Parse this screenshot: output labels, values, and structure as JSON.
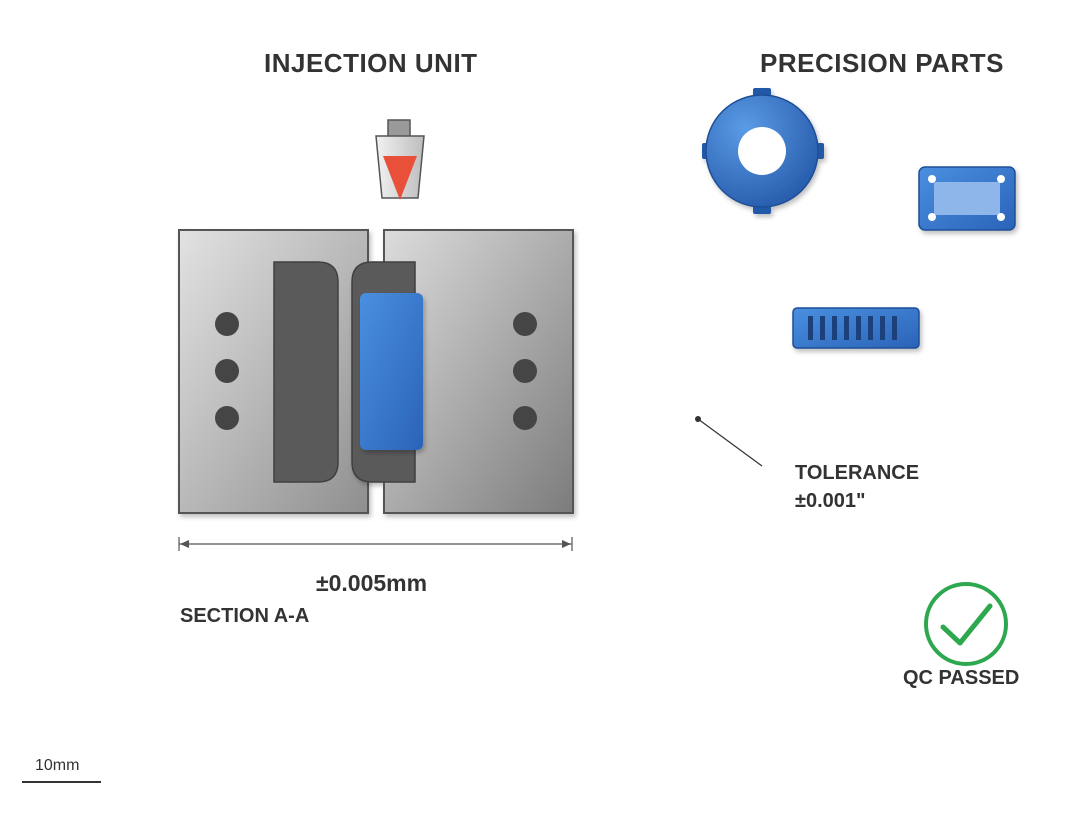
{
  "titles": {
    "injection_unit": "INJECTION UNIT",
    "precision_parts": "PRECISION PARTS"
  },
  "annotations": {
    "dimension": "±0.005mm",
    "section": "SECTION A-A",
    "tolerance_label": "TOLERANCE",
    "tolerance_value": "±0.001\"",
    "qc_status": "QC PASSED",
    "scale_bar": "10mm"
  },
  "colors": {
    "mold_steel": "#b8b8b8",
    "cavity": "#5a5a5a",
    "part_blue": "#3a78cc",
    "nozzle_red": "#e9503a",
    "qc_green": "#2ea84f",
    "text": "#333333"
  },
  "icons": [
    "nozzle-icon",
    "gear-ring-part-icon",
    "plate-part-icon",
    "grille-part-icon",
    "check-circle-icon"
  ]
}
